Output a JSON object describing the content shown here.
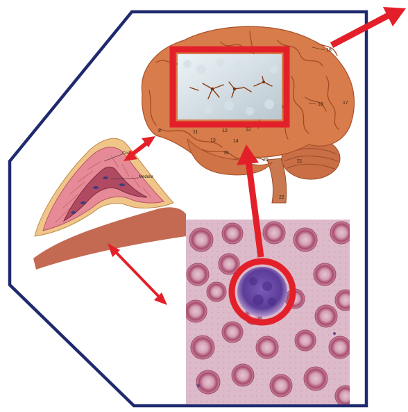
{
  "colors": {
    "frame": "#1f2a6e",
    "arrow": "#e3202a",
    "brain": "#d77c4a",
    "brain_dark": "#a9502a",
    "smear_bg": "#d9b6c6",
    "rbc": "#b8657e",
    "nucleus": "#6a4aa8"
  },
  "brain_labels": {
    "l16": "16",
    "l18": "18",
    "l17": "17",
    "l8": "8",
    "l11": "11",
    "l12a": "12",
    "l12b": "12",
    "l13": "13",
    "l14": "14",
    "l15": "15",
    "l20": "20",
    "l21": "21",
    "l22": "22"
  },
  "gland_labels": {
    "cortex": "Cortex",
    "medulla": "Medulla"
  }
}
